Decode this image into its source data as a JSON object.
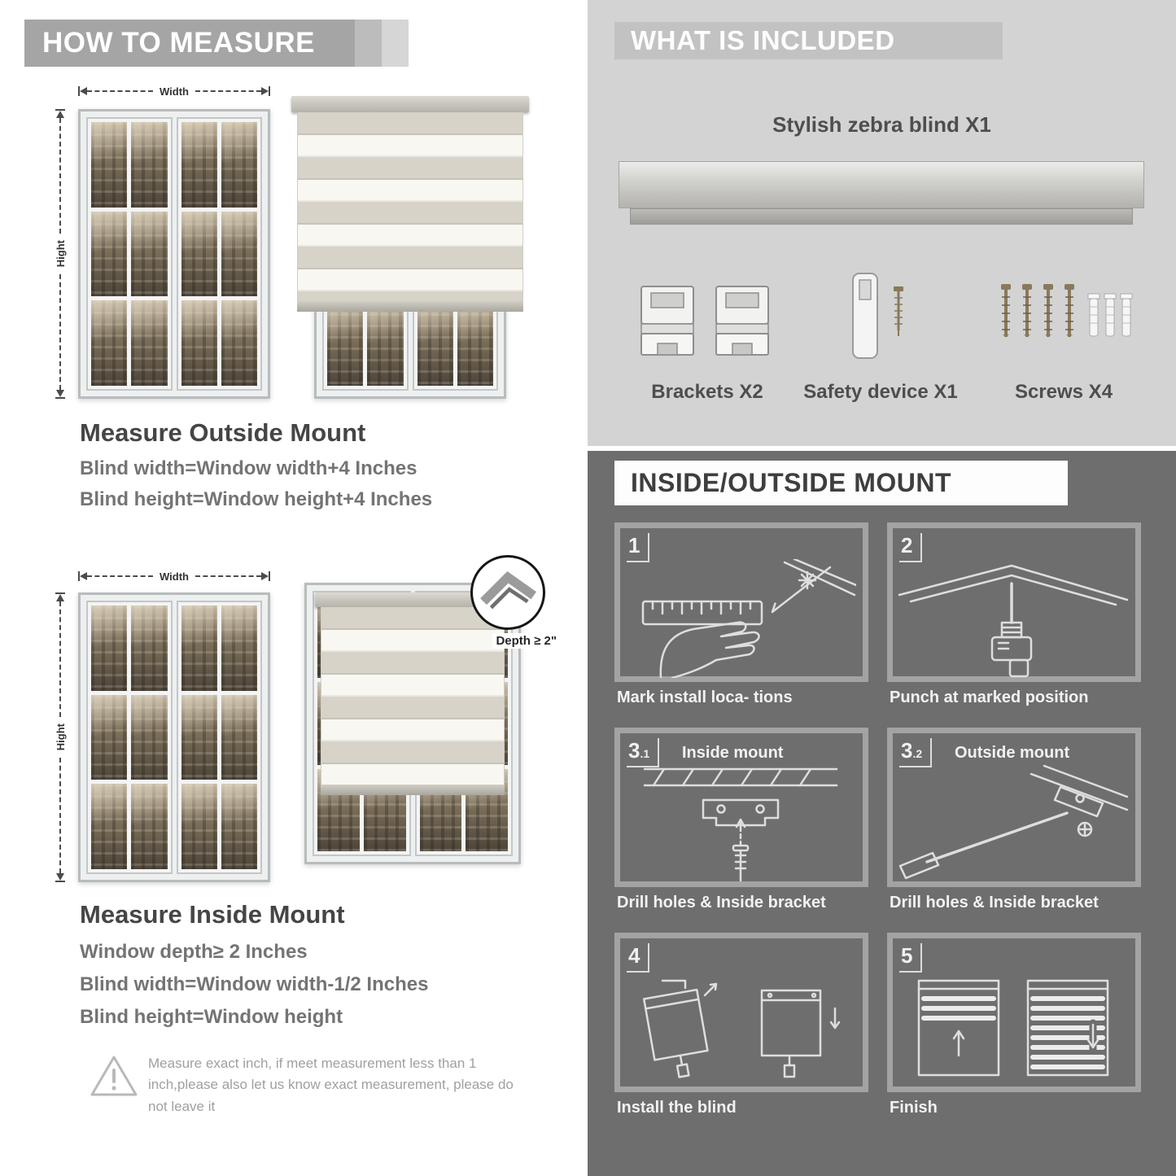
{
  "colors": {
    "banner_gray": "#a5a5a5",
    "included_bg": "#d3d3d3",
    "mount_bg": "#6e6e6e",
    "accent_text": "#454545"
  },
  "left": {
    "banner": "HOW TO MEASURE",
    "width_label": "Width",
    "height_label": "Hight",
    "outside": {
      "heading": "Measure Outside Mount",
      "line1": "Blind width=Window width+4 Inches",
      "line2": "Blind height=Window height+4 Inches"
    },
    "inside": {
      "depth_callout": "Depth ≥ 2\"",
      "heading": "Measure Inside Mount",
      "line1": "Window depth≥ 2 Inches",
      "line2": "Blind width=Window width-1/2 Inches",
      "line3": "Blind height=Window height"
    },
    "note": "Measure exact inch, if meet measurement less than 1 inch,please also let us know exact measurement, please do not leave it"
  },
  "right": {
    "included": {
      "banner": "WHAT IS INCLUDED",
      "blind_label": "Stylish zebra blind X1",
      "item1": "Brackets X2",
      "item2": "Safety device X1",
      "item3": "Screws X4"
    },
    "mount": {
      "banner": "INSIDE/OUTSIDE MOUNT",
      "steps": [
        {
          "num": "1",
          "sub": "",
          "title": "",
          "caption": "Mark install loca- tions"
        },
        {
          "num": "2",
          "sub": "",
          "title": "",
          "caption": "Punch at  marked position"
        },
        {
          "num": "3",
          "sub": ".1",
          "title": "Inside mount",
          "caption": "Drill holes &  Inside bracket"
        },
        {
          "num": "3",
          "sub": ".2",
          "title": "Outside mount",
          "caption": "Drill holes &  Inside bracket"
        },
        {
          "num": "4",
          "sub": "",
          "title": "",
          "caption": "Install the blind"
        },
        {
          "num": "5",
          "sub": "",
          "title": "",
          "caption": "Finish"
        }
      ]
    }
  }
}
